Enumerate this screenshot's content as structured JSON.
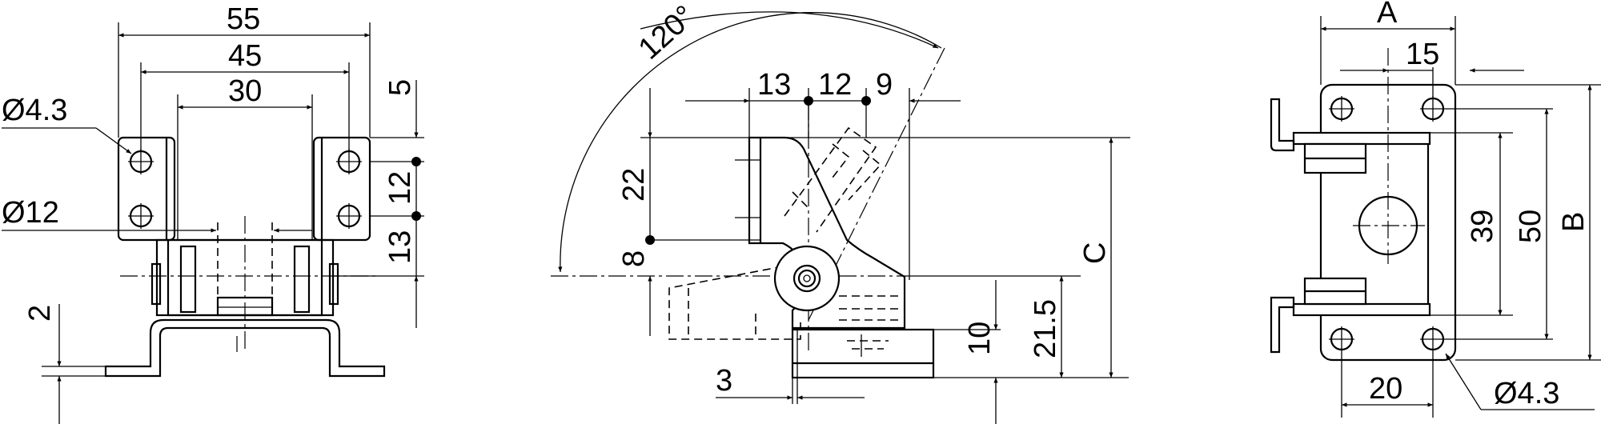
{
  "dimensions": {
    "left": {
      "width_outer": "55",
      "width_mid": "45",
      "width_inner": "30",
      "hole_small": "Ø4.3",
      "hole_large": "Ø12",
      "thickness": "2",
      "v_top": "5",
      "v_mid": "12",
      "v_bot": "13"
    },
    "middle": {
      "angle": "120°",
      "h1": "13",
      "h2": "12",
      "h3": "9",
      "v1": "22",
      "v2": "8",
      "bottom": "3",
      "v_right1": "10",
      "v_right2": "21.5",
      "v_right3": "C"
    },
    "right": {
      "top_a": "A",
      "top_15": "15",
      "v39": "39",
      "v50": "50",
      "vB": "B",
      "bottom20": "20",
      "hole": "Ø4.3"
    }
  }
}
